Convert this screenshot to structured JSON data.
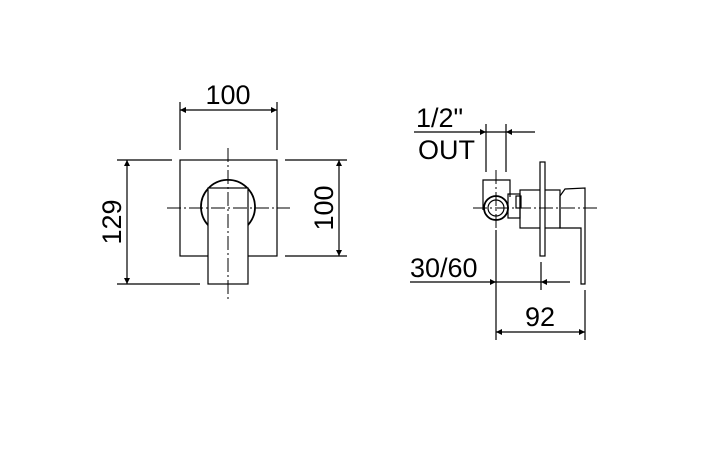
{
  "front_view": {
    "width_label": "100",
    "total_height_label": "129",
    "plate_height_label": "100"
  },
  "side_view": {
    "outlet_size_label": "1/2\"",
    "outlet_label": "OUT",
    "wall_depth_label": "30/60",
    "projection_label": "92"
  },
  "colors": {
    "line": "#000000",
    "background": "#ffffff"
  }
}
